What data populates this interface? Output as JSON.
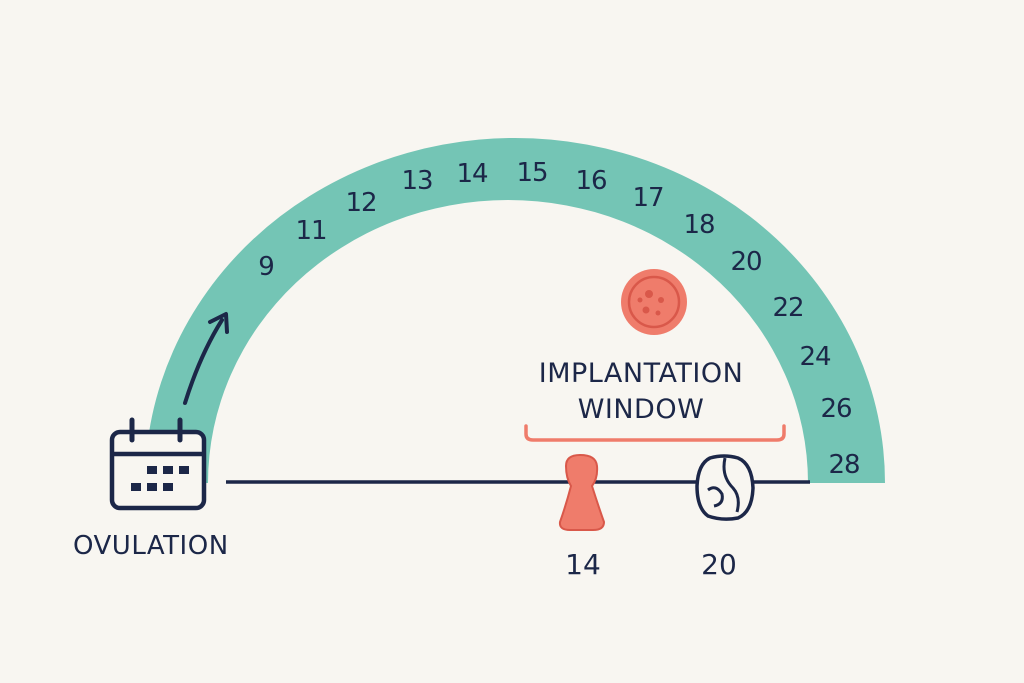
{
  "arc_day_labels": [
    "9",
    "11",
    "12",
    "13",
    "14",
    "15",
    "16",
    "17",
    "18",
    "20",
    "22",
    "24",
    "26",
    "28"
  ],
  "start_label": "OVULATION",
  "window_label": {
    "line1": "IMPLANTATION",
    "line2": "WINDOW"
  },
  "timeline_markers": [
    "14",
    "20"
  ],
  "colors": {
    "arc": "#74c5b5",
    "text": "#1c2748",
    "accent": "#ef7c6b",
    "background": "#f8f6f1"
  },
  "icons": {
    "start": "calendar-icon",
    "window": "embryo-icon",
    "marker_14": "uterus-icon",
    "marker_20": "fetus-icon"
  }
}
